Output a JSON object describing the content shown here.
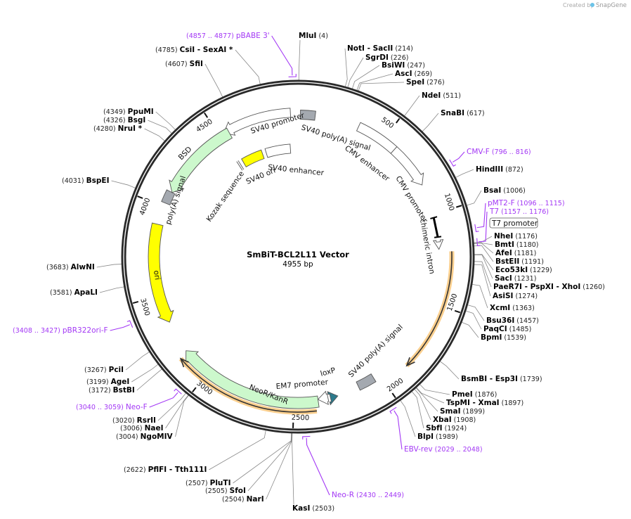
{
  "credit": {
    "prefix": "Created by",
    "brand": "SnapGene"
  },
  "map": {
    "title": "SmBiT-BCL2L11 Vector",
    "length": "4955 bp"
  },
  "ticks": [
    "500",
    "1000",
    "1500",
    "2000",
    "2500",
    "3000",
    "3500",
    "4000",
    "4500"
  ],
  "colors": {
    "backbone": "#2a2a2a",
    "primer": "#a338f5",
    "orf_highlight": "#f9c77a",
    "marker_green": "#ccf8cc",
    "ori_yellow": "#ffff00",
    "polya_grey": "#a4a9b0",
    "loxp_teal": "#2c7a8c"
  },
  "features": [
    {
      "label": "SV40 promoter"
    },
    {
      "label": "SV40 poly(A) signal"
    },
    {
      "label": "CMV enhancer"
    },
    {
      "label": "CMV promoter"
    },
    {
      "label": "chimeric intron"
    },
    {
      "label": "SV40 enhancer"
    },
    {
      "label": "SV40 ori"
    },
    {
      "label": "Kozak sequence"
    },
    {
      "label": "poly(A) signal"
    },
    {
      "label": "BSD"
    },
    {
      "label": "ori"
    },
    {
      "label": "NeoR/KanR"
    },
    {
      "label": "EM7 promoter"
    },
    {
      "label": "loxP"
    },
    {
      "label": "SV40 poly(A) signal"
    },
    {
      "label": "T7 promoter"
    }
  ],
  "enzymes": [
    {
      "name": "MluI",
      "site": "4"
    },
    {
      "name": "NotI  - SacII",
      "site": "214"
    },
    {
      "name": "SgrDI",
      "site": "226"
    },
    {
      "name": "BsiWI",
      "site": "247"
    },
    {
      "name": "AscI",
      "site": "269"
    },
    {
      "name": "SpeI",
      "site": "276"
    },
    {
      "name": "NdeI",
      "site": "511"
    },
    {
      "name": "SnaBI",
      "site": "617"
    },
    {
      "name": "HindIII",
      "site": "872"
    },
    {
      "name": "BsaI",
      "site": "1006"
    },
    {
      "name": "NheI",
      "site": "1176"
    },
    {
      "name": "BmtI",
      "site": "1180"
    },
    {
      "name": "AfeI",
      "site": "1181"
    },
    {
      "name": "BstEII",
      "site": "1191"
    },
    {
      "name": "Eco53kI",
      "site": "1229"
    },
    {
      "name": "SacI",
      "site": "1231"
    },
    {
      "name": "PaeR7I  - PspXI  - XhoI",
      "site": "1260"
    },
    {
      "name": "AsiSI",
      "site": "1274"
    },
    {
      "name": "XcmI",
      "site": "1363"
    },
    {
      "name": "Bsu36I",
      "site": "1457"
    },
    {
      "name": "PaqCI",
      "site": "1485"
    },
    {
      "name": "BpmI",
      "site": "1539"
    },
    {
      "name": "BsmBI  - Esp3I",
      "site": "1739"
    },
    {
      "name": "PmeI",
      "site": "1876"
    },
    {
      "name": "TspMI  - XmaI",
      "site": "1897"
    },
    {
      "name": "SmaI",
      "site": "1899"
    },
    {
      "name": "XbaI",
      "site": "1908"
    },
    {
      "name": "SbfI",
      "site": "1924"
    },
    {
      "name": "BlpI",
      "site": "1989"
    },
    {
      "name": "KasI",
      "site": "2503"
    },
    {
      "name": "NarI",
      "site": "2504"
    },
    {
      "name": "SfoI",
      "site": "2505"
    },
    {
      "name": "PluTI",
      "site": "2507"
    },
    {
      "name": "PflFI  - Tth111I",
      "site": "2622"
    },
    {
      "name": "NgoMIV",
      "site": "3004"
    },
    {
      "name": "NaeI",
      "site": "3006"
    },
    {
      "name": "RsrII",
      "site": "3020"
    },
    {
      "name": "BstBI",
      "site": "3172"
    },
    {
      "name": "AgeI",
      "site": "3199"
    },
    {
      "name": "PciI",
      "site": "3267"
    },
    {
      "name": "ApaLI",
      "site": "3581"
    },
    {
      "name": "AlwNI",
      "site": "3683"
    },
    {
      "name": "BspEI",
      "site": "4031"
    },
    {
      "name": "NruI *",
      "site": "4280"
    },
    {
      "name": "BsgI",
      "site": "4326"
    },
    {
      "name": "PpuMI",
      "site": "4349"
    },
    {
      "name": "SfiI",
      "site": "4607"
    },
    {
      "name": "CsiI  - SexAI *",
      "site": "4785"
    }
  ],
  "primers": [
    {
      "name": "pBABE 3'",
      "range": "4857 .. 4877"
    },
    {
      "name": "CMV-F",
      "range": "796 .. 816"
    },
    {
      "name": "pMT2-F",
      "range": "1096 .. 1115"
    },
    {
      "name": "T7",
      "range": "1157 .. 1176"
    },
    {
      "name": "EBV-rev",
      "range": "2029 .. 2048"
    },
    {
      "name": "Neo-R",
      "range": "2430 .. 2449"
    },
    {
      "name": "Neo-F",
      "range": "3040 .. 3059"
    },
    {
      "name": "pBR322ori-F",
      "range": "3408 .. 3427"
    }
  ]
}
